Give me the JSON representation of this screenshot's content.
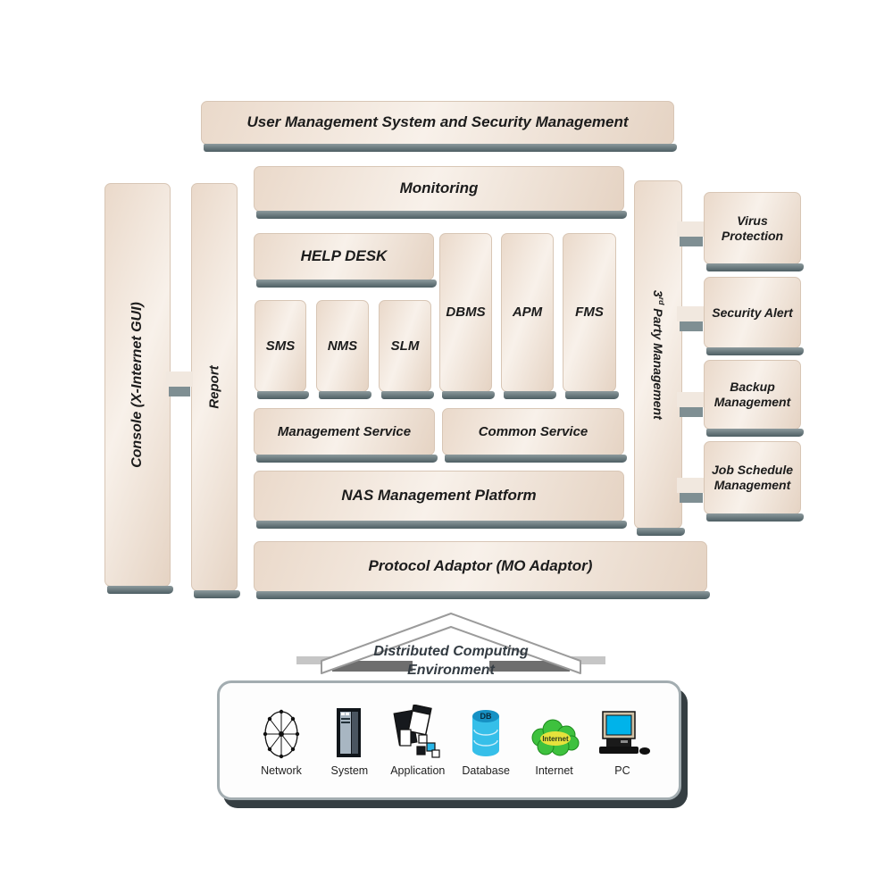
{
  "diagram": {
    "user_management_bar": "User Management System and Security Management",
    "monitoring_bar": "Monitoring",
    "console_bar": "Console (X-Internet GUI)",
    "report_bar": "Report",
    "help_desk": "HELP DESK",
    "modules_small": [
      "SMS",
      "NMS",
      "SLM"
    ],
    "modules_tall": [
      "DBMS",
      "APM",
      "FMS"
    ],
    "management_service": "Management Service",
    "common_service": "Common Service",
    "nas_platform": "NAS Management Platform",
    "protocol_adapter": "Protocol Adaptor (MO Adaptor)",
    "third_party": {
      "num": "3",
      "sup": "rd",
      "rest": " Party Management"
    },
    "right_boxes": [
      "Virus Protection",
      "Security Alert",
      "Backup Management",
      "Job Schedule Management"
    ],
    "arrow": {
      "line1": "Distributed Computing",
      "line2": "Environment"
    },
    "environment": {
      "items": [
        {
          "label": "Network",
          "icon": "network-icon"
        },
        {
          "label": "System",
          "icon": "server-tower-icon"
        },
        {
          "label": "Application",
          "icon": "application-windows-icon"
        },
        {
          "label": "Database",
          "icon": "database-cylinder-icon",
          "badge": "DB"
        },
        {
          "label": "Internet",
          "icon": "internet-cloud-icon",
          "badge": "Internet"
        },
        {
          "label": "PC",
          "icon": "desktop-pc-icon"
        }
      ]
    },
    "colors": {
      "box_fill_light": "#f8f1ea",
      "box_fill_dark": "#e5d3c3",
      "box_border": "#d8c6b5",
      "shadow_slate": "#5f7074",
      "shadow_dark": "#39454a",
      "database_blue": "#36bfe9",
      "cloud_green": "#3ec13e",
      "cloud_yellow": "#e6e23c",
      "screen_blue": "#00b3ea"
    }
  }
}
